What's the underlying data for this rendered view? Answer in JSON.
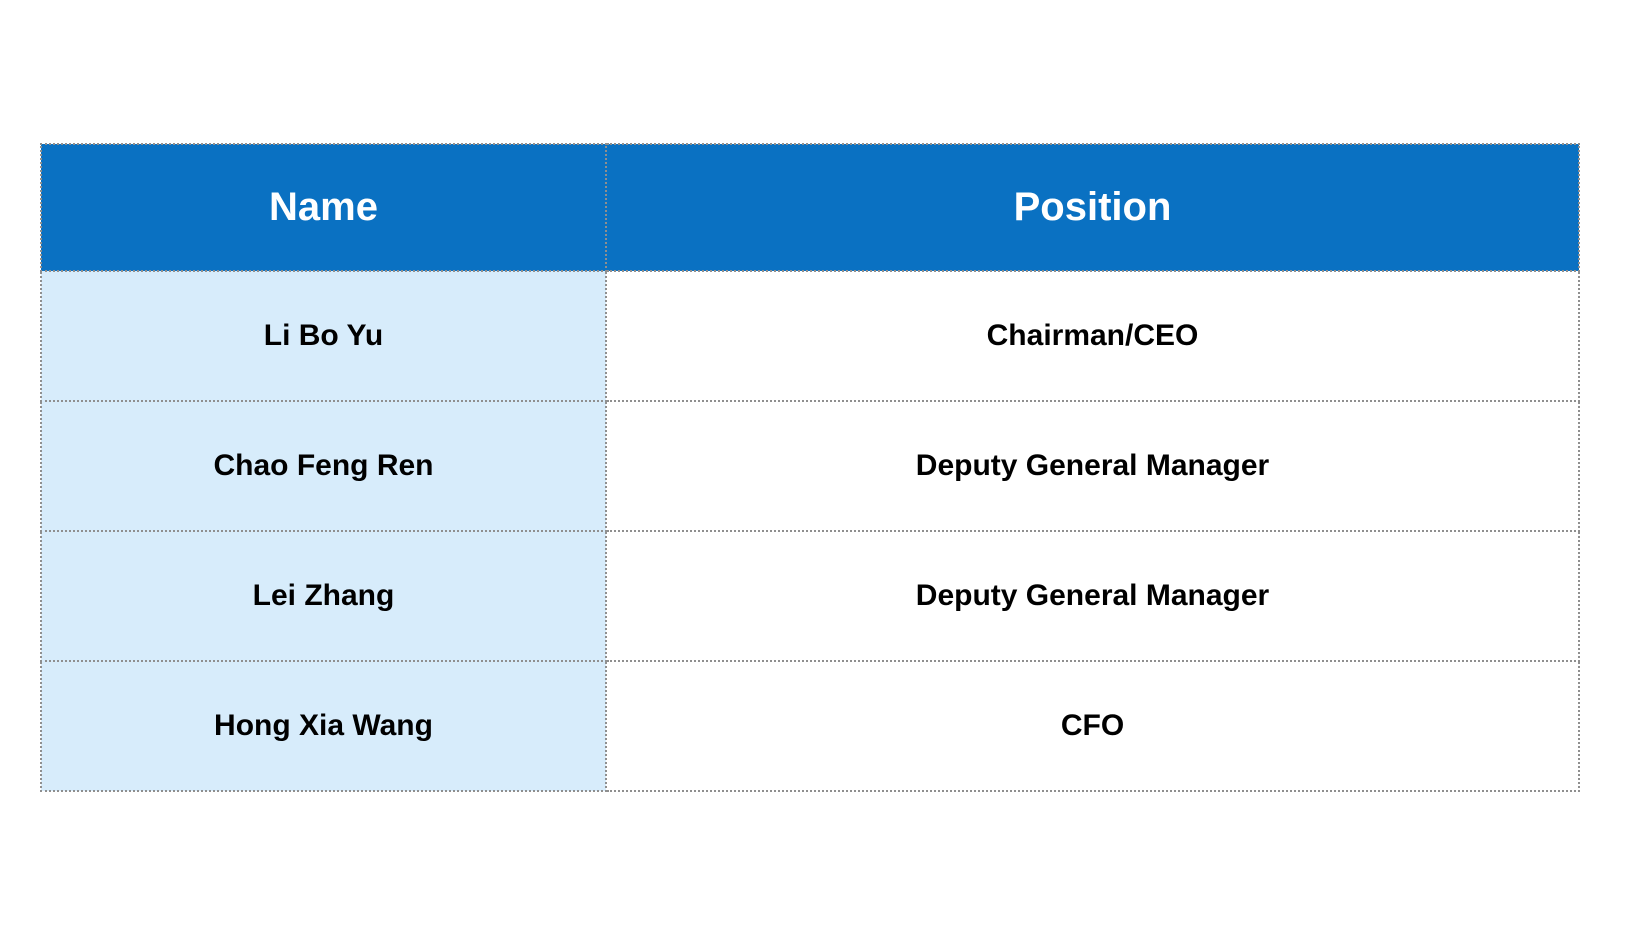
{
  "table": {
    "columns": [
      {
        "label": "Name"
      },
      {
        "label": "Position"
      }
    ],
    "rows": [
      {
        "name": "Li Bo Yu",
        "position": "Chairman/CEO"
      },
      {
        "name": "Chao Feng Ren",
        "position": "Deputy General Manager"
      },
      {
        "name": "Lei Zhang",
        "position": "Deputy General Manager"
      },
      {
        "name": "Hong Xia Wang",
        "position": "CFO"
      }
    ]
  },
  "colors": {
    "header_bg": "#0a71c2",
    "header_text": "#ffffff",
    "name_cell_bg": "#d7ecfb",
    "position_cell_bg": "#ffffff",
    "body_text": "#000000",
    "border": "#8f8f8f"
  }
}
